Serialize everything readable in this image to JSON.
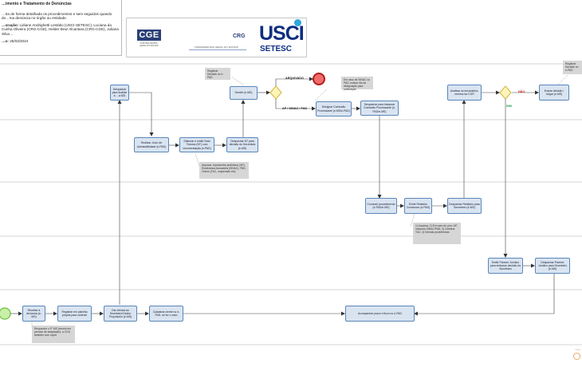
{
  "header": {
    "title": "…imento e Tratamento de Denúncias",
    "description": "…tra de forma detalhada os procedimentos e sem seguidos quando do…ma denúncia no órgão ou entidade.",
    "authors_label": "…oração:",
    "authors": "Lidiane Andrighetti Lestátio (USCI-SETESC), Luciana da Cunha Oliveira (CRG-CGE), Helder Braz Alcantara (CRG-CGE), Juliana Silva…",
    "date_label": "…o:",
    "date": "25/03/2024"
  },
  "logos": {
    "cge": "CGE",
    "cge_sub": "CONTROLADORIA-GERAL DO ESTADO",
    "crg": "CRG",
    "crg_sub": "CORREGEDORIA-GERAL DO ESTADO",
    "usci": "USCI",
    "setesc": "SETESC",
    "watermark": "bizagi"
  },
  "tasks": {
    "t1": "Despachar para Análise à …a NSI",
    "t2": "Realizar Juízo de Admissibilidade (e-PAD)",
    "t3": "Elaborar e emitir Nota Técnica (NT) com recomendação (e-PAD)",
    "t4": "Despachar NT para decisão do Secretário (e-MS)",
    "t5": "Decidir (e-MS)",
    "t6": "Designar Comissão Processante (e-MS/e-PAD)",
    "t7": "Despachar para instaurar Comissão Processante (e-PAD/e-MS)",
    "t8": "Conduzir procedimento (e-PAD/e-MS)",
    "t9": "Emitir Relatório Conclusivo (e-PAD)",
    "t10": "Despachar Relatório para Secretário (e-MS)",
    "t11": "Analisar os encaminha- mentos da CGR",
    "t12": "Emitir Parecer Jurídico para embasar decisão do Secretário",
    "t13": "Despachar Parecer Jurídico para Secretário (e-MS)",
    "t14": "Exarar decisão / Julgar (e-MS)",
    "t15": "Receber a denúncia (e-MS)",
    "t16": "Registrar em planilha própria para controle",
    "t17": "Dar ciência ao Secretário/Gestor Propulsório (e-MS)",
    "t18": "Cadastrar ciente no e-PAD, se for o caso",
    "t19": "Acompanhar prazo e fluxo no e-PAD"
  },
  "notes": {
    "n1": "Registrar Decisão no e-PAD",
    "n2": "Em caso de SINAC ou PAD, indicar rito de designação para publicação",
    "n3": "Registrar Decisão no e-PAD",
    "n4": "Arquivar, representar preliminar (AP), Sindicância Acusatória (SINAC), PAD, Outros (TAC, suspensão etc)",
    "n5": "1) Arquivar; 2) Em caso de prov. AP, instaurar SINAC/PAD; 3) Celebrar TAC; 4) Demais providências",
    "n6": "Responder o 5° MS (exceto em período de adaptação), a CGU também com cópia"
  },
  "flows": {
    "archive": "ARQUIVADO",
    "routes": "AP / SINAC / PAD",
    "no": "NÃO",
    "yes": "SIM"
  }
}
